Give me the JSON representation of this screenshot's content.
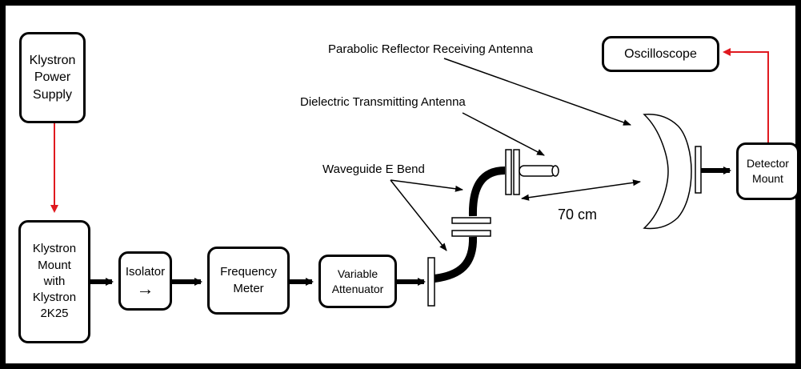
{
  "blocks": {
    "power_supply": "Klystron\nPower\nSupply",
    "klystron_mount": "Klystron\nMount\nwith\nKlystron\n2K25",
    "isolator": "Isolator",
    "isolator_arrow": "→",
    "frequency_meter": "Frequency\nMeter",
    "variable_attenuator": "Variable\nAttenuator",
    "detector_mount": "Detector\nMount",
    "oscilloscope": "Oscilloscope"
  },
  "labels": {
    "receiving_antenna": "Parabolic Reflector Receiving Antenna",
    "transmitting_antenna": "Dielectric Transmitting Antenna",
    "e_bend": "Waveguide E Bend",
    "distance": "70 cm"
  },
  "colors": {
    "signal_line": "#000000",
    "feed_line": "#e0191f",
    "border": "#000000"
  }
}
